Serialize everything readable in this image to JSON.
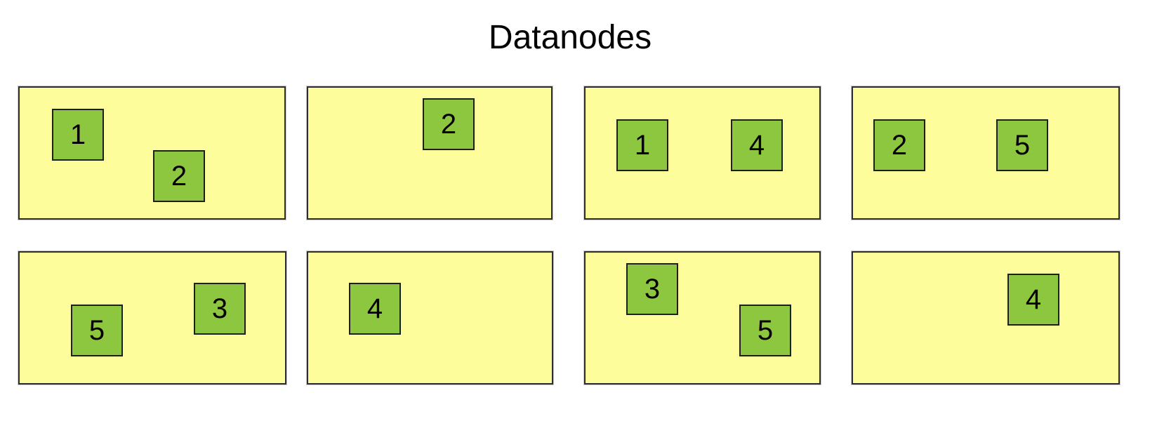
{
  "title": "Datanodes",
  "colors": {
    "background": "#ffffff",
    "node_fill": "#fdfd9c",
    "node_border": "#2e2e2e",
    "block_fill": "#8dc63f",
    "block_border": "#1f1f1f",
    "text": "#000000"
  },
  "datanodes": [
    {
      "blocks": [
        {
          "label": "1"
        },
        {
          "label": "2"
        }
      ]
    },
    {
      "blocks": [
        {
          "label": "2"
        }
      ]
    },
    {
      "blocks": [
        {
          "label": "1"
        },
        {
          "label": "4"
        }
      ]
    },
    {
      "blocks": [
        {
          "label": "2"
        },
        {
          "label": "5"
        }
      ]
    },
    {
      "blocks": [
        {
          "label": "5"
        },
        {
          "label": "3"
        }
      ]
    },
    {
      "blocks": [
        {
          "label": "4"
        }
      ]
    },
    {
      "blocks": [
        {
          "label": "3"
        },
        {
          "label": "5"
        }
      ]
    },
    {
      "blocks": [
        {
          "label": "4"
        }
      ]
    }
  ]
}
